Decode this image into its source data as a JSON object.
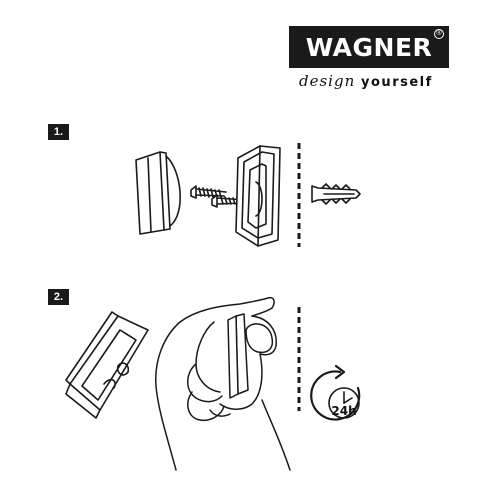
{
  "brand": {
    "name": "WAGNER",
    "registered_mark": "®",
    "tagline_part1": "design",
    "tagline_part2": "yourself"
  },
  "steps": [
    {
      "label": "1."
    },
    {
      "label": "2."
    }
  ],
  "cure_time": {
    "label": "24h",
    "icon": "clock-cycle-icon"
  },
  "icons": {
    "step1": [
      "doorbell-cover-icon",
      "screw-icon",
      "back-plate-icon",
      "wall-line-icon",
      "wall-plug-icon"
    ],
    "step2": [
      "doorbell-unit-icon",
      "hand-pressing-icon",
      "wall-line-icon"
    ]
  },
  "colors": {
    "ink": "#1a1a1a",
    "paper": "#ffffff"
  }
}
